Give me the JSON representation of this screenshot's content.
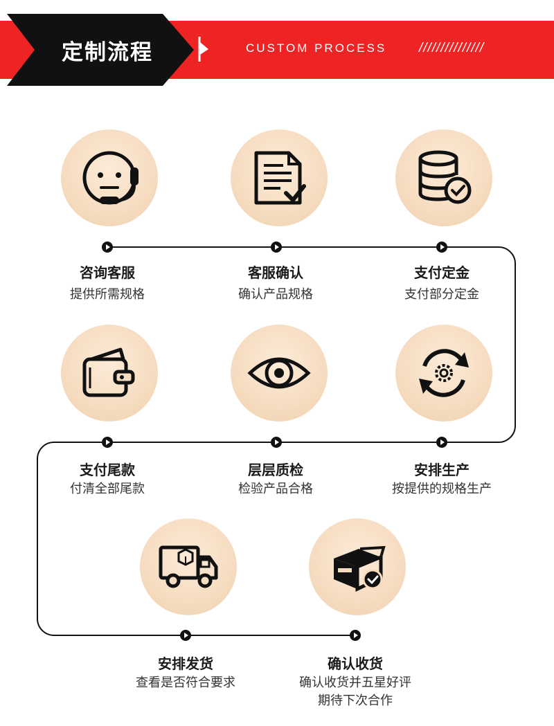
{
  "header": {
    "title": "定制流程",
    "subtitle": "CUSTOM PROCESS",
    "slashes": "///////////////"
  },
  "steps": [
    {
      "title": "咨询客服",
      "desc": "提供所需规格",
      "icon": "customer-service-headset-icon"
    },
    {
      "title": "客服确认",
      "desc": "确认产品规格",
      "icon": "document-check-icon"
    },
    {
      "title": "支付定金",
      "desc": "支付部分定金",
      "icon": "database-check-icon"
    },
    {
      "title": "支付尾款",
      "desc": "付清全部尾款",
      "icon": "wallet-icon"
    },
    {
      "title": "层层质检",
      "desc": "检验产品合格",
      "icon": "eye-icon"
    },
    {
      "title": "安排生产",
      "desc": "按提供的规格生产",
      "icon": "gear-cycle-icon"
    },
    {
      "title": "安排发货",
      "desc": "查看是否符合要求",
      "icon": "delivery-truck-icon"
    },
    {
      "title": "确认收货",
      "desc": "确认收货并五星好评",
      "desc2": "期待下次合作",
      "icon": "box-check-icon"
    }
  ],
  "colors": {
    "banner_red": "#ee2424",
    "banner_black": "#111111",
    "circle_fill": "#f6dcc0",
    "line": "#111111"
  }
}
